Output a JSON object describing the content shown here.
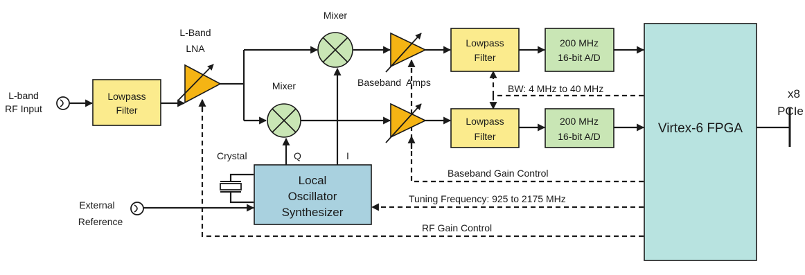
{
  "colors": {
    "lowpass_fill": "#fbeb8d",
    "adc_fill": "#c9e6b5",
    "mixer_fill": "#c9e6b5",
    "osc_fill": "#a9d1df",
    "fpga_fill": "#b8e3e0",
    "amp_fill": "#f5b414",
    "line": "#1a1a1a"
  },
  "labels": {
    "rf_input_l1": "L-band",
    "rf_input_l2": "RF Input",
    "lna_l1": "L-Band",
    "lna_l2": "LNA",
    "mixer_top": "Mixer",
    "mixer_bottom": "Mixer",
    "baseband_amps": "Baseband  Amps",
    "bw_note": "BW: 4 MHz to 40 MHz",
    "crystal": "Crystal",
    "q": "Q",
    "i": "I",
    "external_l1": "External",
    "external_l2": "Reference",
    "baseband_gain": "Baseband Gain Control",
    "tuning": "Tuning Frequency: 925 to 2175 MHz",
    "rf_gain": "RF Gain Control",
    "pcie_l1": "x8",
    "pcie_l2": "PCIe"
  },
  "blocks": {
    "lowpass_input_l1": "Lowpass",
    "lowpass_input_l2": "Filter",
    "lowpass_top_l1": "Lowpass",
    "lowpass_top_l2": "Filter",
    "lowpass_bottom_l1": "Lowpass",
    "lowpass_bottom_l2": "Filter",
    "adc_top_l1": "200 MHz",
    "adc_top_l2": "16-bit A/D",
    "adc_bottom_l1": "200 MHz",
    "adc_bottom_l2": "16-bit A/D",
    "osc_l1": "Local",
    "osc_l2": "Oscillator",
    "osc_l3": "Synthesizer",
    "fpga": "Virtex-6 FPGA"
  }
}
